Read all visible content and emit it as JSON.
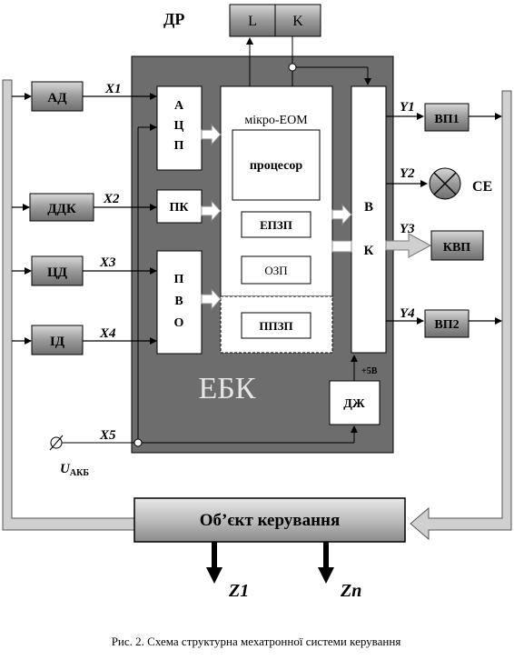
{
  "diagram": {
    "labels": {
      "dr": "ДР",
      "l": "L",
      "k": "K",
      "ad": "АД",
      "ddk": "ДДК",
      "cd": "ЦД",
      "id": "ІД",
      "x1": "X1",
      "x2": "X2",
      "x3": "X3",
      "x4": "X4",
      "x5": "X5",
      "u_akb": "U",
      "u_akb_sub": "АКБ",
      "adc": [
        "А",
        "Ц",
        "П"
      ],
      "pk": "ПК",
      "pvo": [
        "П",
        "В",
        "О"
      ],
      "micro": "мікро-ЕОМ",
      "processor": "процесор",
      "epzp": "ЕПЗП",
      "ozp": "ОЗП",
      "ppzp": "ППЗП",
      "vk": [
        "В",
        "К"
      ],
      "ebk": "ЕБК",
      "dzh": "ДЖ",
      "plus5": "+5В",
      "y1": "Y1",
      "y2": "Y2",
      "y3": "Y3",
      "y4": "Y4",
      "vp1": "ВП1",
      "se": "СЕ",
      "kvp": "КВП",
      "vp2": "ВП2",
      "object": "Об’єкт керування",
      "z1": "Z1",
      "zn": "Zn"
    },
    "caption": "Рис. 2. Схема структурна мехатронної системи керування",
    "colors": {
      "ebk_fill": "#6d6d6d",
      "block_fill": "#ffffff",
      "gray_block": "#9e9e9e",
      "frame_gray": "#c8c8c8",
      "line": "#000000"
    }
  }
}
